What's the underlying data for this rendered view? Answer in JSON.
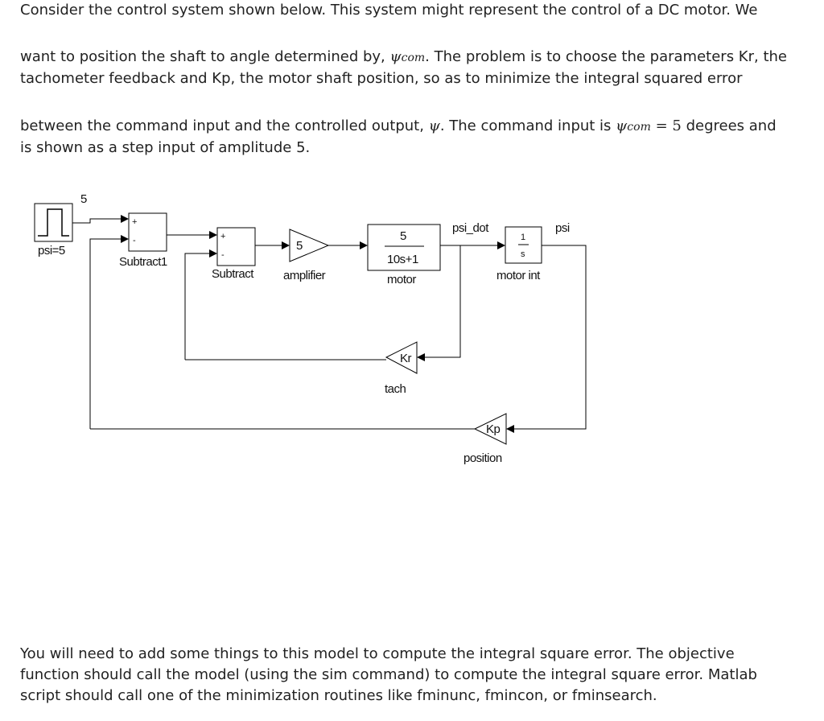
{
  "text": {
    "p1": "Consider the control system shown below. This system might represent the control of a DC motor. We",
    "p2_a": "want to position the shaft to angle determined by,",
    "p2_b": ". The problem is to choose the parameters Kr, the",
    "p3": "tachometer feedback and Kp, the motor shaft position, so as to minimize the integral squared error",
    "p4_a": "between the command input and the controlled output,",
    "p4_b": ". The command input is",
    "p4_c": "degrees and",
    "p5": "is shown as a step input of amplitude 5.",
    "p6": "You will need to add some things to this model to compute the integral square error. The objective",
    "p7": "function should call the model (using the sim command) to compute the integral square error. Matlab",
    "p8": "script should call one of the minimization routines like fminunc, fmincon, or fminsearch."
  },
  "math": {
    "psi": "ψ",
    "com": "com",
    "equals": "=",
    "five": "5"
  },
  "diagram": {
    "step_value": "5",
    "step_label": "psi=5",
    "subtract1_label": "Subtract1",
    "subtract_label": "Subtract",
    "plus": "+",
    "minus": "-",
    "amplifier_gain": "5",
    "amplifier_label": "amplifier",
    "motor_num": "5",
    "motor_den": "10s+1",
    "motor_label": "motor",
    "psi_dot_label": "psi_dot",
    "int_num": "1",
    "int_den": "s",
    "motor_int_label": "motor int",
    "psi_label": "psi",
    "kr_gain": "Kr",
    "tach_label": "tach",
    "kp_gain": "Kp",
    "position_label": "position"
  }
}
